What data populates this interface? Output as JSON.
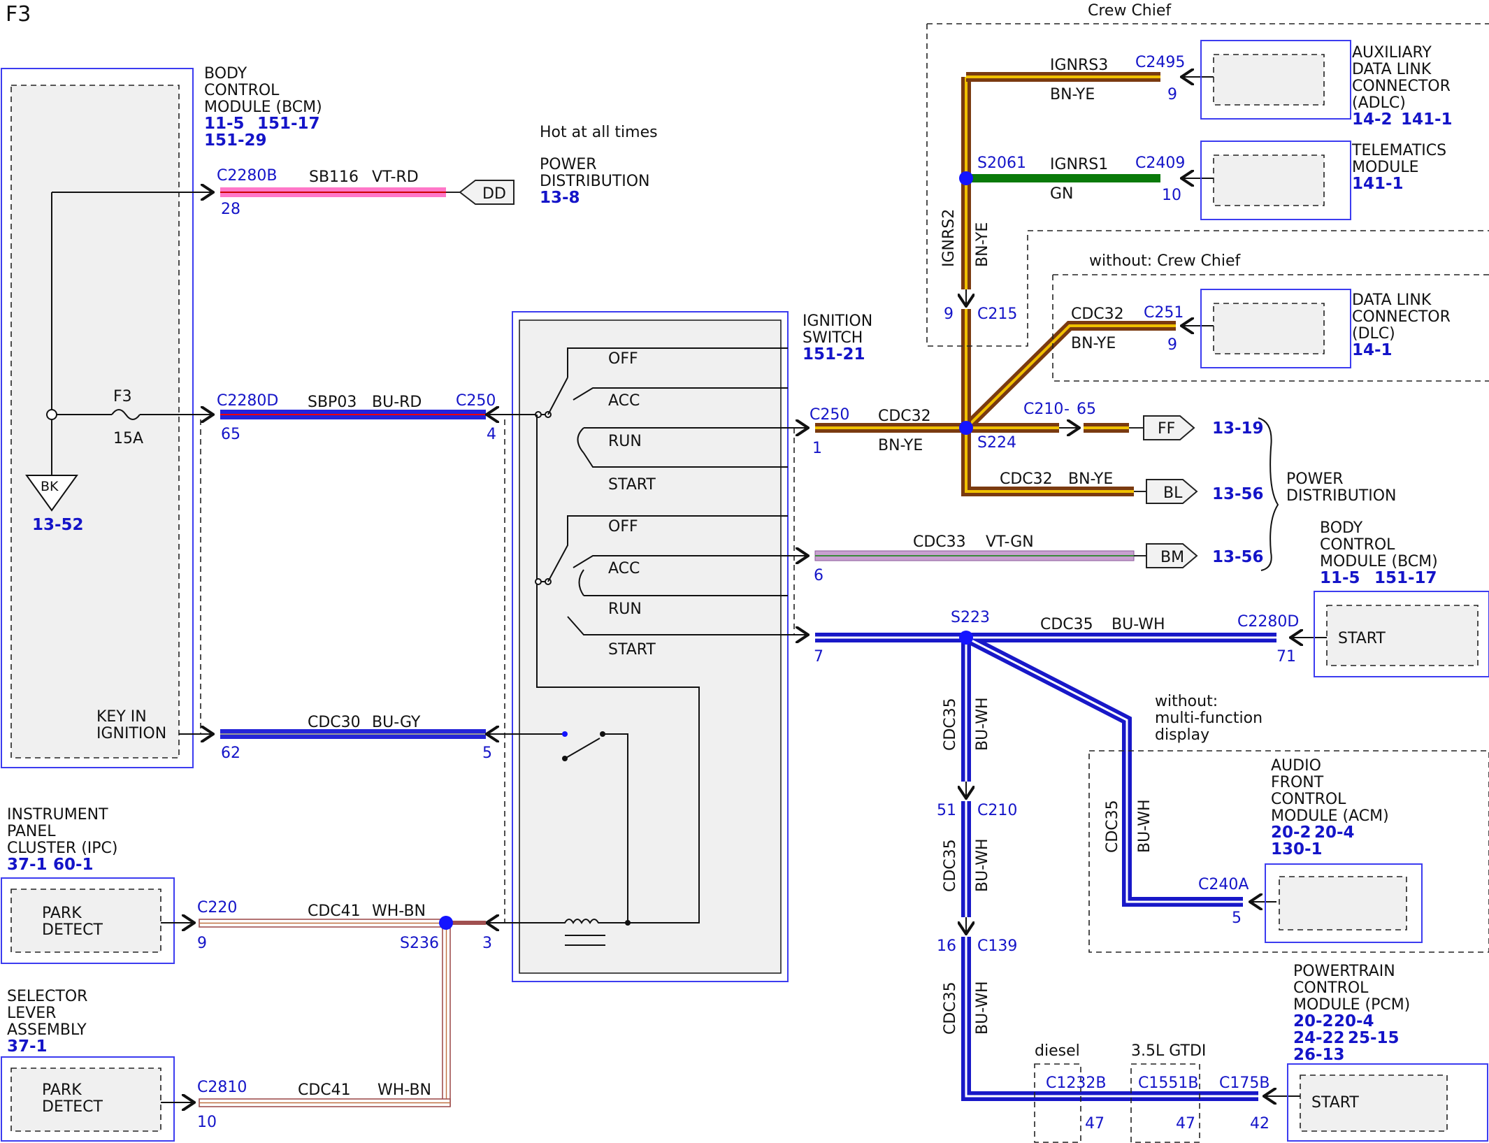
{
  "page_id": "F3",
  "colors": {
    "connector_text": "#1414c8",
    "module_outline": "#3c3cf0",
    "splice": "#1414ff"
  },
  "bcm": {
    "title": [
      "BODY",
      "CONTROL",
      "MODULE (BCM)"
    ],
    "refs": [
      "11-5",
      "151-17",
      "151-29"
    ],
    "key_in_ignition": [
      "KEY IN",
      "IGNITION"
    ]
  },
  "fuse": {
    "name": "F3",
    "rating": "15A"
  },
  "ground": {
    "label": "BK",
    "ref": "13-52"
  },
  "hot_note": "Hot at all times",
  "power_dist_top": {
    "title": [
      "POWER",
      "DISTRIBUTION"
    ],
    "ref": "13-8",
    "connector": "DD"
  },
  "wires": {
    "sb116": {
      "connector": "C2280B",
      "pin": "28",
      "circuit": "SB116",
      "color": "VT-RD"
    },
    "sbp03": {
      "connector_left": "C2280D",
      "pin_left": "65",
      "circuit": "SBP03",
      "color": "BU-RD",
      "connector_right": "C250",
      "pin_right": "4"
    },
    "cdc30": {
      "pin_left": "62",
      "circuit": "CDC30",
      "color": "BU-GY",
      "pin_right": "5"
    },
    "cdc41_top": {
      "connector": "C220",
      "pin": "9",
      "circuit": "CDC41",
      "color": "WH-BN",
      "splice": "S236",
      "pin_right": "3"
    },
    "cdc41_bottom": {
      "connector": "C2810",
      "pin": "10",
      "circuit": "CDC41",
      "color": "WH-BN"
    },
    "cdc32": {
      "connector": "C250",
      "pin": "1",
      "circuit": "CDC32",
      "color": "BN-YE",
      "splice": "S224"
    },
    "cdc33": {
      "pin": "6",
      "circuit": "CDC33",
      "color": "VT-GN"
    },
    "cdc35": {
      "pin": "7",
      "circuit": "CDC35",
      "color": "BU-WH",
      "splice": "S223"
    }
  },
  "ignition_switch": {
    "title": [
      "IGNITION",
      "SWITCH"
    ],
    "ref": "151-21",
    "positions_a": [
      "OFF",
      "ACC",
      "RUN",
      "START"
    ],
    "positions_b": [
      "OFF",
      "ACC",
      "RUN",
      "START"
    ]
  },
  "ipc": {
    "title": [
      "INSTRUMENT",
      "PANEL",
      "CLUSTER (IPC)"
    ],
    "refs": [
      "37-1",
      "60-1"
    ],
    "box": [
      "PARK",
      "DETECT"
    ]
  },
  "selector": {
    "title": [
      "SELECTOR",
      "LEVER",
      "ASSEMBLY"
    ],
    "refs": [
      "37-1"
    ],
    "box": [
      "PARK",
      "DETECT"
    ]
  },
  "crew_chief": {
    "label": "Crew Chief",
    "ignrs3": {
      "circuit": "IGNRS3",
      "color": "BN-YE",
      "connector": "C2495",
      "pin": "9"
    },
    "ignrs1": {
      "circuit": "IGNRS1",
      "color": "GN",
      "connector": "C2409",
      "pin": "10",
      "splice": "S2061"
    },
    "ignrs2": {
      "circuit": "IGNRS2",
      "color": "BN-YE",
      "connector": "C215",
      "pin": "9"
    },
    "adlc": {
      "title": [
        "AUXILIARY",
        "DATA LINK",
        "CONNECTOR",
        "(ADLC)"
      ],
      "refs": [
        "14-2",
        "141-1"
      ]
    },
    "telematics": {
      "title": [
        "TELEMATICS",
        "MODULE"
      ],
      "refs": [
        "141-1"
      ]
    }
  },
  "without_crew_chief": {
    "label": "without: Crew Chief",
    "wire": {
      "circuit": "CDC32",
      "color": "BN-YE",
      "connector": "C251",
      "pin": "9"
    },
    "dlc": {
      "title": [
        "DATA LINK",
        "CONNECTOR",
        "(DLC)"
      ],
      "refs": [
        "14-1"
      ]
    }
  },
  "power_dist_right": {
    "title": [
      "POWER",
      "DISTRIBUTION"
    ],
    "ff": {
      "connector": "C210",
      "pin": "65",
      "label": "FF",
      "ref": "13-19"
    },
    "bl": {
      "circuit": "CDC32",
      "color": "BN-YE",
      "label": "BL",
      "ref": "13-56"
    },
    "bm": {
      "label": "BM",
      "ref": "13-56"
    }
  },
  "bcm_right": {
    "title": [
      "BODY",
      "CONTROL",
      "MODULE (BCM)"
    ],
    "refs": [
      "11-5",
      "151-17"
    ],
    "connector": "C2280D",
    "pin": "71",
    "box": "START",
    "circuit": "CDC35",
    "color": "BU-WH"
  },
  "acm": {
    "note": [
      "without:",
      "multi-function",
      "display"
    ],
    "title": [
      "AUDIO",
      "FRONT",
      "CONTROL",
      "MODULE (ACM)"
    ],
    "refs": [
      "20-2",
      "20-4",
      "130-1"
    ],
    "connector": "C240A",
    "pin": "5",
    "circuit": "CDC35",
    "color": "BU-WH"
  },
  "vertical_cdc35": {
    "seg1": {
      "circuit": "CDC35",
      "color": "BU-WH",
      "connector": "C210",
      "pin": "51"
    },
    "seg2": {
      "circuit": "CDC35",
      "color": "BU-WH",
      "connector": "C139",
      "pin": "16"
    },
    "seg3": {
      "circuit": "CDC35",
      "color": "BU-WH"
    }
  },
  "pcm": {
    "title": [
      "POWERTRAIN",
      "CONTROL",
      "MODULE (PCM)"
    ],
    "refs": [
      "20-2",
      "20-4",
      "24-22",
      "25-15",
      "26-13"
    ],
    "box": "START",
    "diesel": {
      "label": "diesel",
      "connector": "C1232B",
      "pin": "47"
    },
    "gtdi": {
      "label": "3.5L GTDI",
      "connector": "C1551B",
      "pin": "47"
    },
    "connector": "C175B",
    "pin": "42"
  }
}
